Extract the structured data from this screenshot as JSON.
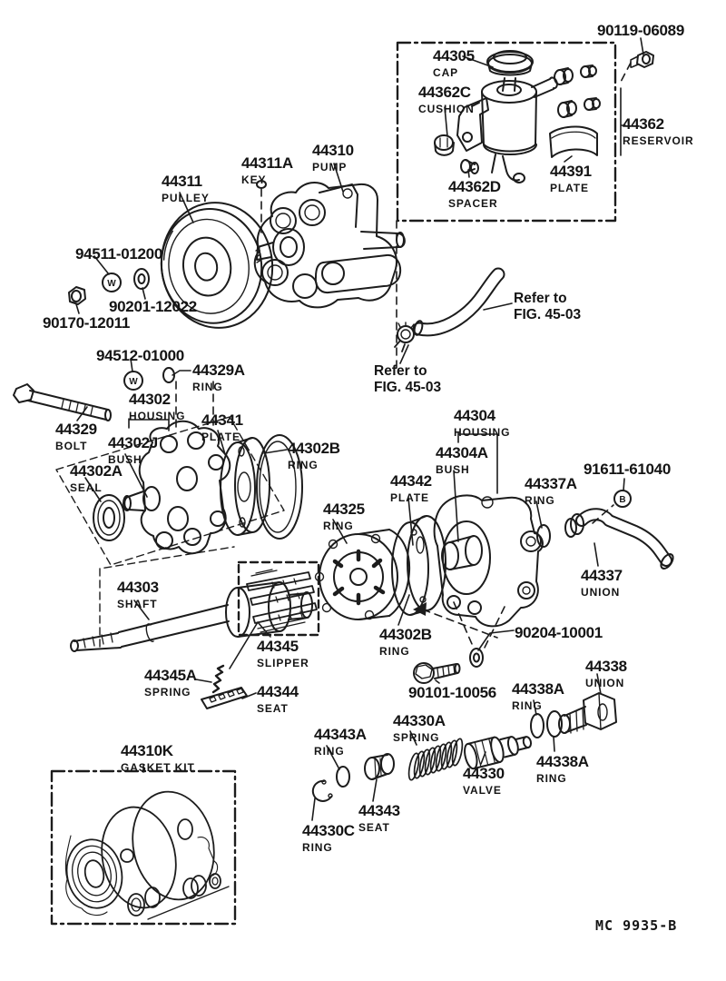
{
  "page": {
    "background": "#ffffff",
    "ink": "#1c1c1c",
    "footer_code": "MC 9935-B"
  },
  "glyphs": {
    "washer_mark": "W",
    "bolt_mark": "B"
  },
  "figure": {
    "labels": [
      {
        "id": "p90119",
        "code": "90119-06089",
        "name": ""
      },
      {
        "id": "p44305",
        "code": "44305",
        "name": "CAP"
      },
      {
        "id": "p44362C",
        "code": "44362C",
        "name": "CUSHION"
      },
      {
        "id": "p44362",
        "code": "44362",
        "name": "RESERVOIR"
      },
      {
        "id": "p44391",
        "code": "44391",
        "name": "PLATE"
      },
      {
        "id": "p44362D",
        "code": "44362D",
        "name": "SPACER"
      },
      {
        "id": "p44310",
        "code": "44310",
        "name": "PUMP"
      },
      {
        "id": "p44311A",
        "code": "44311A",
        "name": "KEY"
      },
      {
        "id": "p44311",
        "code": "44311",
        "name": "PULLEY"
      },
      {
        "id": "p94511",
        "code": "94511-01200",
        "name": ""
      },
      {
        "id": "p90201",
        "code": "90201-12022",
        "name": ""
      },
      {
        "id": "p90170",
        "code": "90170-12011",
        "name": ""
      },
      {
        "id": "p94512",
        "code": "94512-01000",
        "name": ""
      },
      {
        "id": "p44329A",
        "code": "44329A",
        "name": "RING"
      },
      {
        "id": "nrefer1",
        "code": "Refer to",
        "name": "FIG. 45-03",
        "type": "note"
      },
      {
        "id": "nrefer2",
        "code": "Refer to",
        "name": "FIG. 45-03",
        "type": "note"
      },
      {
        "id": "p44302",
        "code": "44302",
        "name": "HOUSING"
      },
      {
        "id": "p44341",
        "code": "44341",
        "name": "PLATE"
      },
      {
        "id": "p44304",
        "code": "44304",
        "name": "HOUSING"
      },
      {
        "id": "p44329",
        "code": "44329",
        "name": "BOLT"
      },
      {
        "id": "p44302J",
        "code": "44302J",
        "name": "BUSH"
      },
      {
        "id": "p44302B1",
        "code": "44302B",
        "name": "RING"
      },
      {
        "id": "p44304A",
        "code": "44304A",
        "name": "BUSH"
      },
      {
        "id": "p44302A",
        "code": "44302A",
        "name": "SEAL"
      },
      {
        "id": "p91611",
        "code": "91611-61040",
        "name": ""
      },
      {
        "id": "p44342",
        "code": "44342",
        "name": "PLATE"
      },
      {
        "id": "p44337A",
        "code": "44337A",
        "name": "RING"
      },
      {
        "id": "p44325",
        "code": "44325",
        "name": "RING"
      },
      {
        "id": "p44337",
        "code": "44337",
        "name": "UNION"
      },
      {
        "id": "p44303",
        "code": "44303",
        "name": "SHAFT"
      },
      {
        "id": "p90204",
        "code": "90204-10001",
        "name": ""
      },
      {
        "id": "p44302B2",
        "code": "44302B",
        "name": "RING"
      },
      {
        "id": "p44345",
        "code": "44345",
        "name": "SLIPPER"
      },
      {
        "id": "p44338",
        "code": "44338",
        "name": "UNION"
      },
      {
        "id": "p44345A",
        "code": "44345A",
        "name": "SPRING"
      },
      {
        "id": "p44338A1",
        "code": "44338A",
        "name": "RING"
      },
      {
        "id": "p44344",
        "code": "44344",
        "name": "SEAT"
      },
      {
        "id": "p90101",
        "code": "90101-10056",
        "name": ""
      },
      {
        "id": "p44330A",
        "code": "44330A",
        "name": "SPRING"
      },
      {
        "id": "p44343A",
        "code": "44343A",
        "name": "RING"
      },
      {
        "id": "p44310K",
        "code": "44310K",
        "name": "GASKET KIT"
      },
      {
        "id": "p44338A2",
        "code": "44338A",
        "name": "RING"
      },
      {
        "id": "p44330",
        "code": "44330",
        "name": "VALVE"
      },
      {
        "id": "p44343",
        "code": "44343",
        "name": "SEAT"
      },
      {
        "id": "p44330C",
        "code": "44330C",
        "name": "RING"
      }
    ]
  }
}
